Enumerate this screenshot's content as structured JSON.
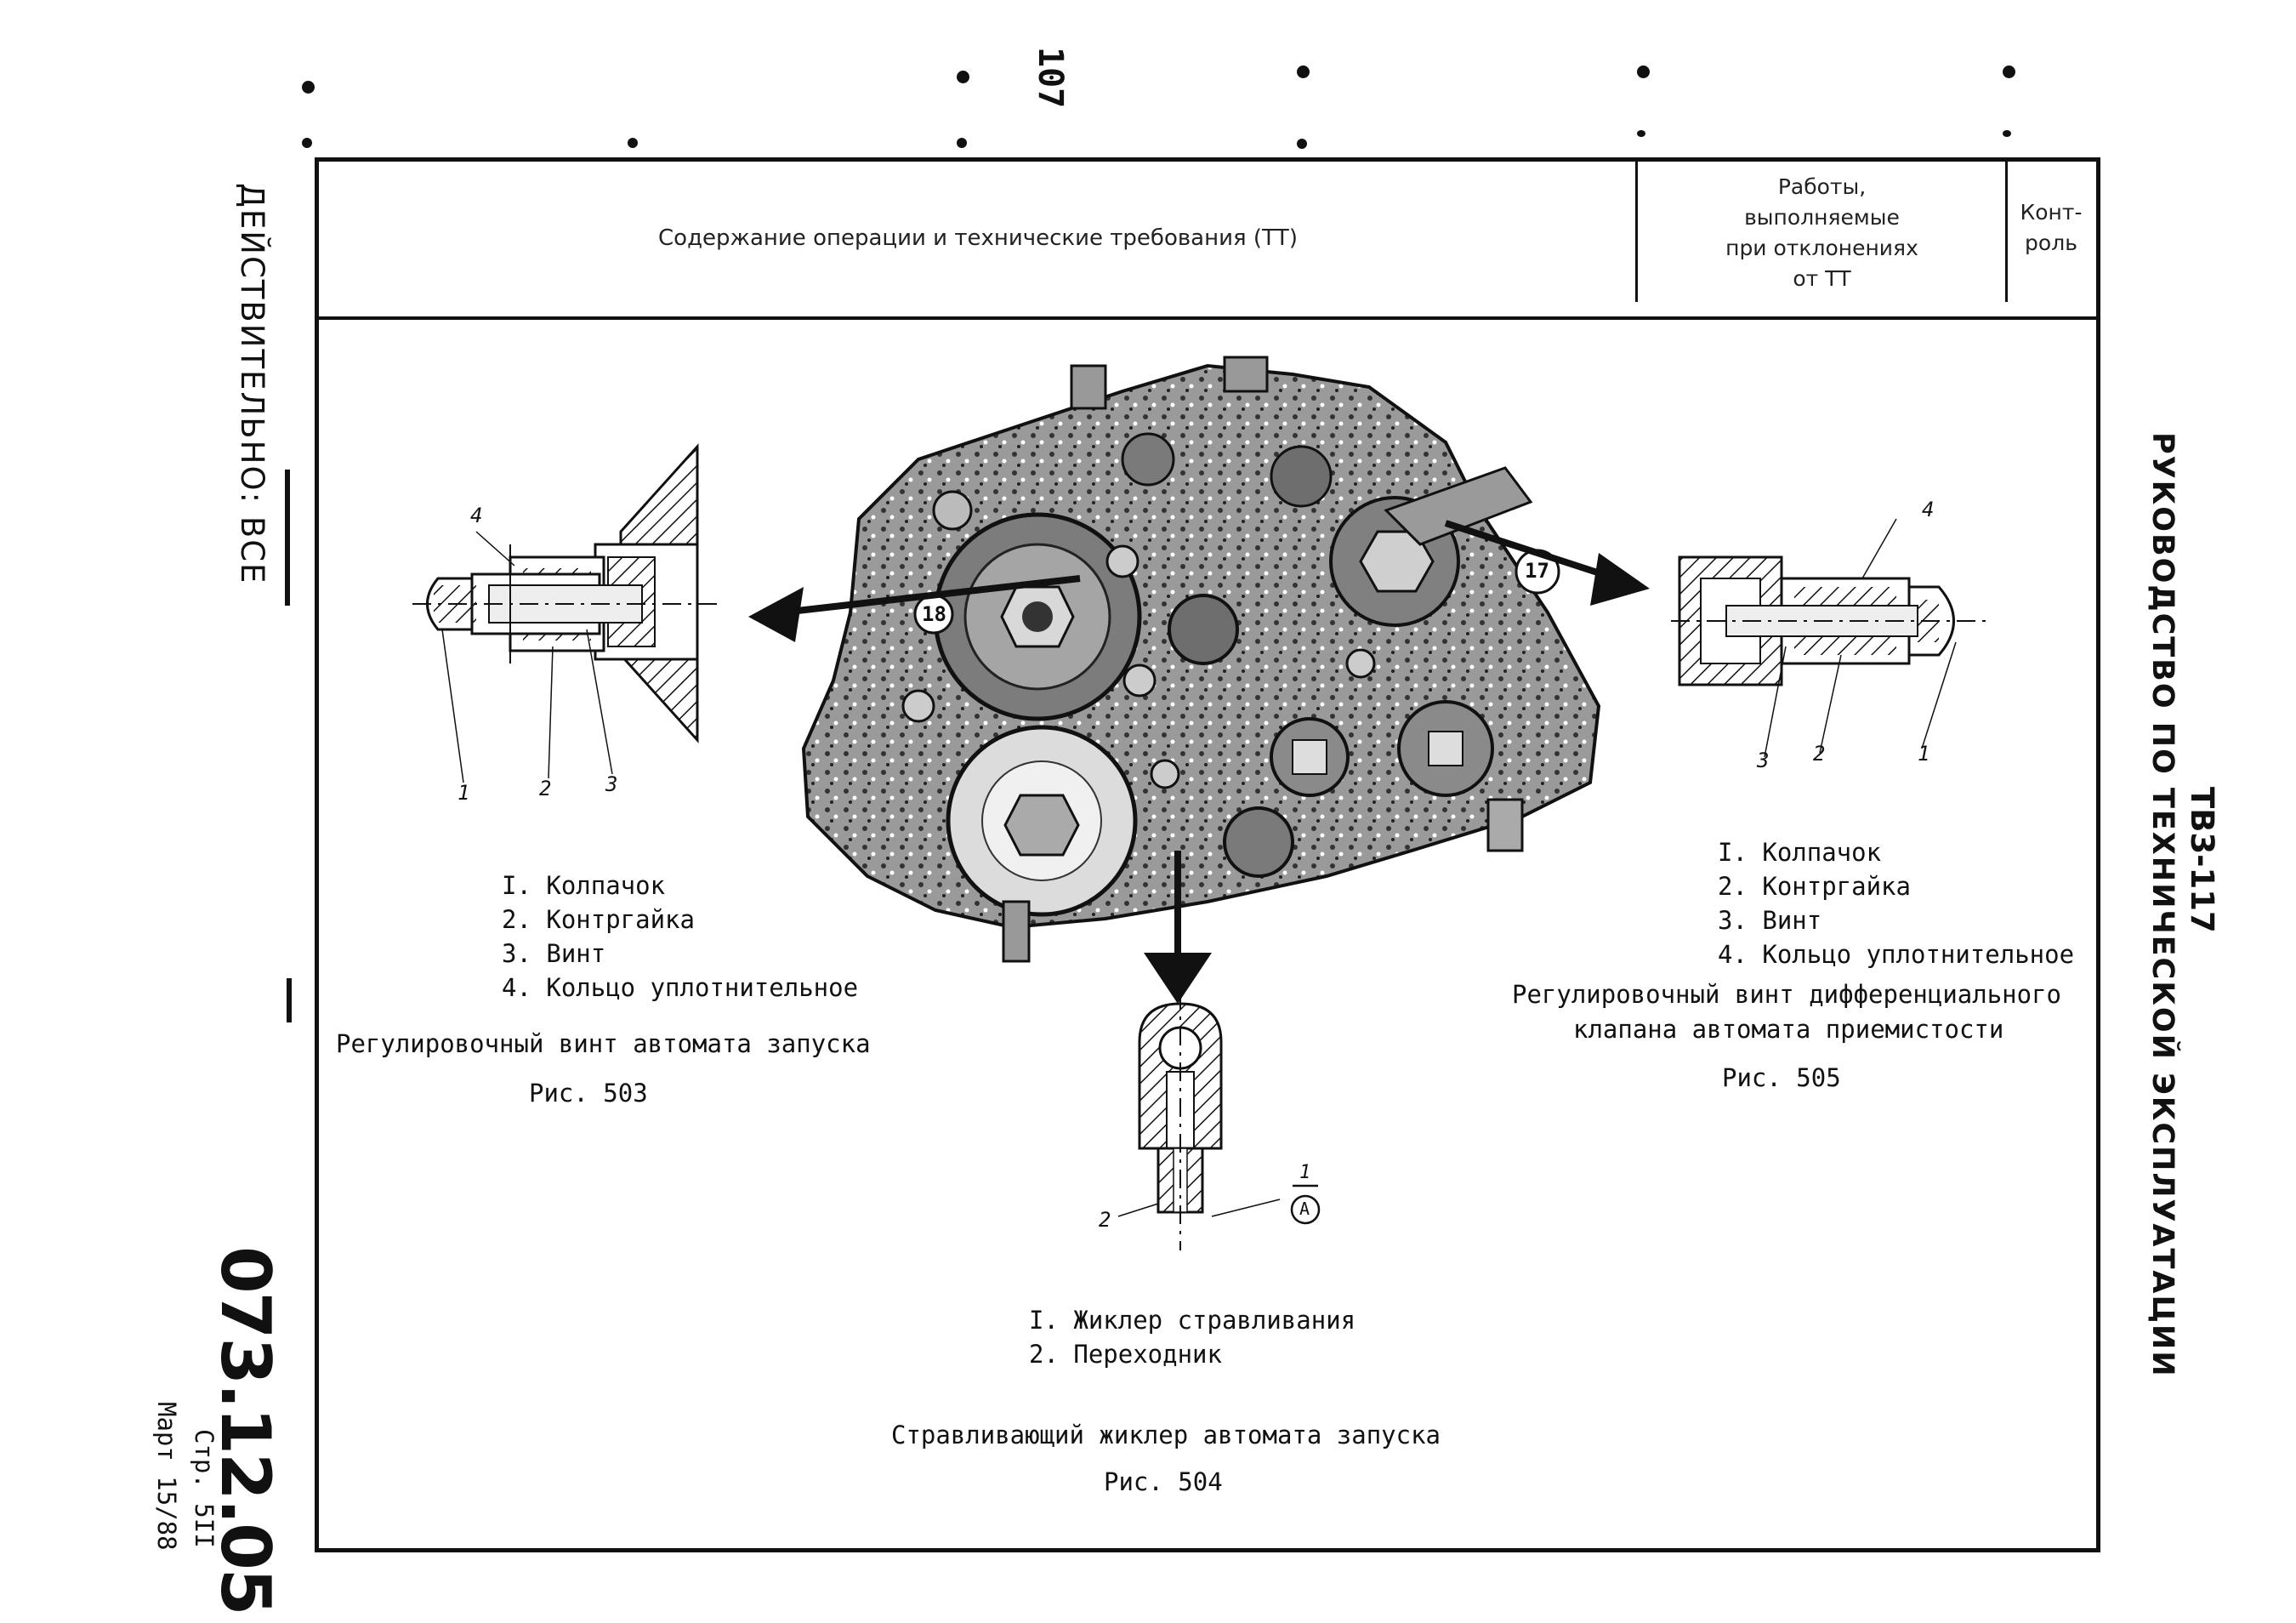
{
  "header": {
    "col_content": "Содержание операции и технические требования (ТТ)",
    "col_works": [
      "Работы,",
      "выполняемые",
      "при отклонениях",
      "от ТТ"
    ],
    "col_control": [
      "Конт-",
      "роль"
    ]
  },
  "margin_left": {
    "validity": "ДЕЙСТВИТЕЛЬНО: ВСЕ",
    "doc_number": "073.12.05",
    "page": "Стр. 5II",
    "date": "Март 15/88"
  },
  "margin_right": {
    "engine": "ТВ3-117",
    "manual_title": "РУКОВОДСТВО ПО ТЕХНИЧЕСКОЙ ЭКСПЛУАТАЦИИ"
  },
  "top_mark": "107",
  "fig503": {
    "callouts": [
      "1",
      "2",
      "3",
      "4"
    ],
    "legend": [
      "I. Колпачок",
      "2. Контргайка",
      "3. Винт",
      "4. Кольцо уплотнительное"
    ],
    "title": "Регулировочный винт автомата запуска",
    "label": "Рис. 503"
  },
  "fig504": {
    "callouts": [
      "1",
      "2"
    ],
    "callout_a": "A",
    "legend": [
      "I. Жиклер стравливания",
      "2. Переходник"
    ],
    "title": "Стравливающий жиклер автомата запуска",
    "label": "Рис. 504"
  },
  "fig505": {
    "callouts": [
      "1",
      "2",
      "3",
      "4"
    ],
    "legend": [
      "I. Колпачок",
      "2. Контргайка",
      "3. Винт",
      "4. Кольцо уплотнительное"
    ],
    "title": [
      "Регулировочный винт дифференциального",
      "клапана автомата приемистости"
    ],
    "label": "Рис. 505"
  },
  "unit_marks": [
    "18",
    "17"
  ]
}
